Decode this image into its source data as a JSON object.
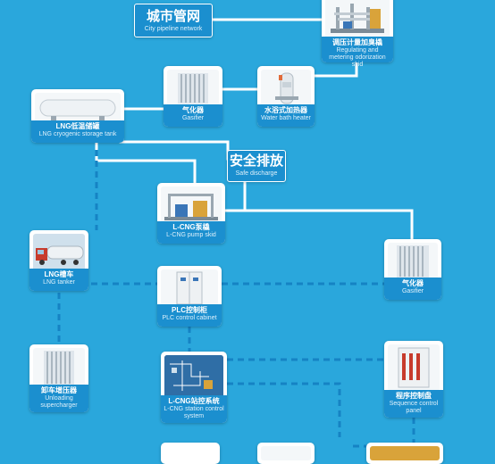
{
  "palette": {
    "background": "#2aa7dc",
    "line": "#ffffff",
    "caption_bg": "#1b8fcf",
    "dash": "#1583c4"
  },
  "nodes": {
    "city_pipeline": {
      "zh": "城市管网",
      "en": "City pipeline network"
    },
    "regulating_skid": {
      "zh": "调压计量加臭橇",
      "en": "Regulating and metering odorization skid"
    },
    "gasifier_top": {
      "zh": "气化器",
      "en": "Gasifier"
    },
    "water_bath_heater": {
      "zh": "水浴式加热器",
      "en": "Water bath heater"
    },
    "storage_tank": {
      "zh": "LNG低温储罐",
      "en": "LNG cryogenic storage tank"
    },
    "safe_discharge": {
      "zh": "安全排放",
      "en": "Safe discharge"
    },
    "pump_skid": {
      "zh": "L-CNG泵橇",
      "en": "L-CNG pump skid"
    },
    "lng_tanker": {
      "zh": "LNG槽车",
      "en": "LNG tanker"
    },
    "plc_cabinet": {
      "zh": "PLC控制柜",
      "en": "PLC control cabinet"
    },
    "gasifier_right": {
      "zh": "气化器",
      "en": "Gasifier"
    },
    "unloading_supercharger": {
      "zh": "卸车增压器",
      "en": "Unloading supercharger"
    },
    "station_control": {
      "zh": "L-CNG站控系统",
      "en": "L-CNG station control system"
    },
    "sequence_panel": {
      "zh": "程序控制盘",
      "en": "Sequence control panel"
    }
  },
  "icons": [
    "storage-tank-icon",
    "gasifier-icon",
    "water-bath-heater-icon",
    "regulating-skid-icon",
    "pump-skid-icon",
    "tanker-truck-icon",
    "control-cabinet-icon",
    "scada-screen-icon",
    "sequence-panel-icon"
  ]
}
